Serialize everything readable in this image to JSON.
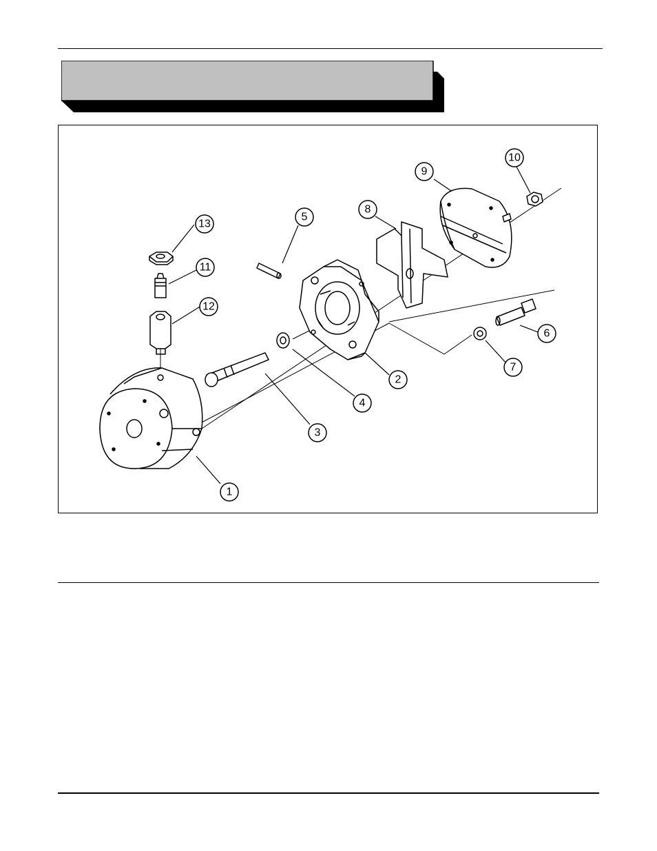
{
  "header": {
    "banner_title": ""
  },
  "figure": {
    "callouts": [
      {
        "id": "1",
        "label": "1"
      },
      {
        "id": "2",
        "label": "2"
      },
      {
        "id": "3",
        "label": "3"
      },
      {
        "id": "4",
        "label": "4"
      },
      {
        "id": "5",
        "label": "5"
      },
      {
        "id": "6",
        "label": "6"
      },
      {
        "id": "7",
        "label": "7"
      },
      {
        "id": "8",
        "label": "8"
      },
      {
        "id": "9",
        "label": "9"
      },
      {
        "id": "10",
        "label": "10"
      },
      {
        "id": "11",
        "label": "11"
      },
      {
        "id": "12",
        "label": "12"
      },
      {
        "id": "13",
        "label": "13"
      }
    ]
  },
  "colors": {
    "banner_fill": "#c0c0c0",
    "banner_shadow": "#000000",
    "line": "#000000"
  }
}
